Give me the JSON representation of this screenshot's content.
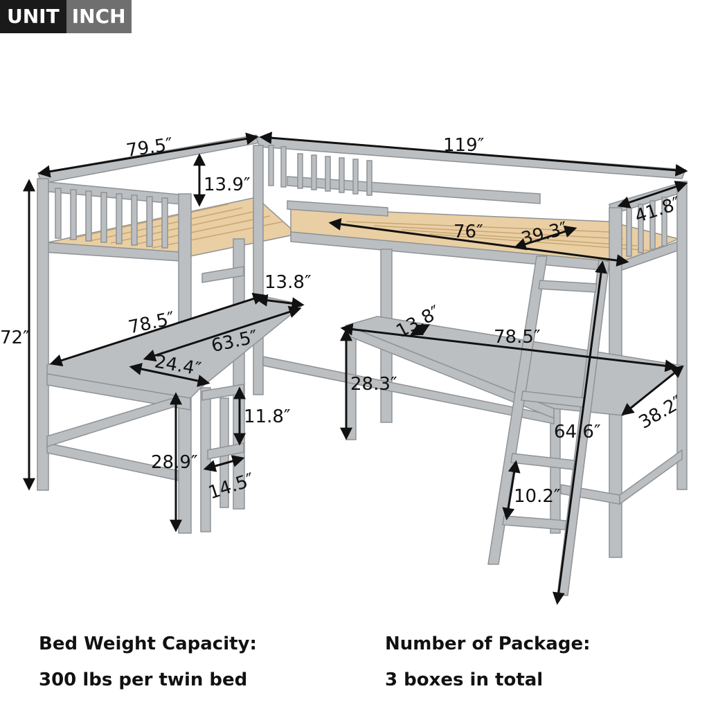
{
  "badge": {
    "unit": "UNIT",
    "measure": "INCH"
  },
  "dimensions": {
    "d_79_5": "79.5″",
    "d_119": "119″",
    "d_13_9": "13.9″",
    "d_41_8": "41.8″",
    "d_76": "76″",
    "d_39_3": "39.3″",
    "d_72": "72″",
    "d_13_8_left": "13.8″",
    "d_78_5_left": "78.5″",
    "d_63_5": "63.5″",
    "d_24_4": "24.4″",
    "d_13_8_right": "13.8″",
    "d_78_5_right": "78.5″",
    "d_28_3": "28.3″",
    "d_11_8": "11.8″",
    "d_28_9": "28.9″",
    "d_14_5": "14.5″",
    "d_38_2": "38.2″",
    "d_64_6": "64.6″",
    "d_10_2": "10.2″"
  },
  "info": {
    "capacity_label": "Bed Weight Capacity:",
    "capacity_value": "300 lbs per twin bed",
    "package_label": "Number of Package:",
    "package_value": "3 boxes in total"
  },
  "colors": {
    "frame": "#b9bcbf",
    "frame_dark": "#9a9da0",
    "slat": "#e8c99a",
    "ink": "#111111"
  }
}
